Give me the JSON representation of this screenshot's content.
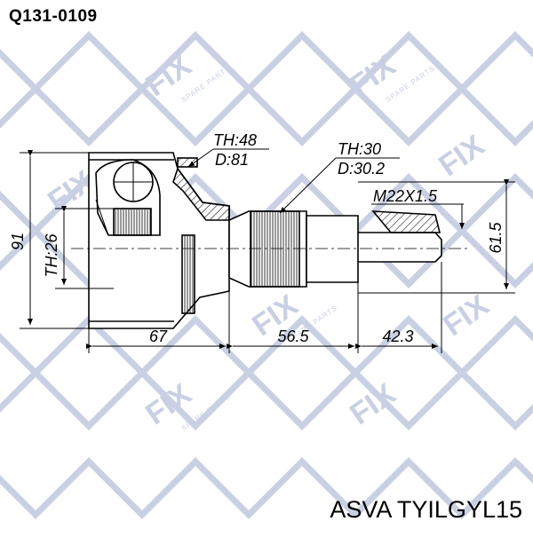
{
  "header": {
    "part_code": "Q131-0109"
  },
  "footer": {
    "cross_reference": "ASVA TYILGYL15"
  },
  "watermark": {
    "logo_text": "FIX",
    "tagline": "SPARE PARTS",
    "color": "#c4cbe0"
  },
  "dimensions": {
    "outer_teeth": "TH:48",
    "outer_diameter": "D:81",
    "shaft_teeth": "TH:30",
    "shaft_diameter": "D:30.2",
    "thread": "M22X1.5",
    "overall_height": "91",
    "inner_teeth": "TH:26",
    "body_length": "67",
    "neck_length": "56.5",
    "stub_length": "42.3",
    "stub_height": "61.5"
  },
  "colors": {
    "line": "#000000",
    "background": "#ffffff"
  }
}
